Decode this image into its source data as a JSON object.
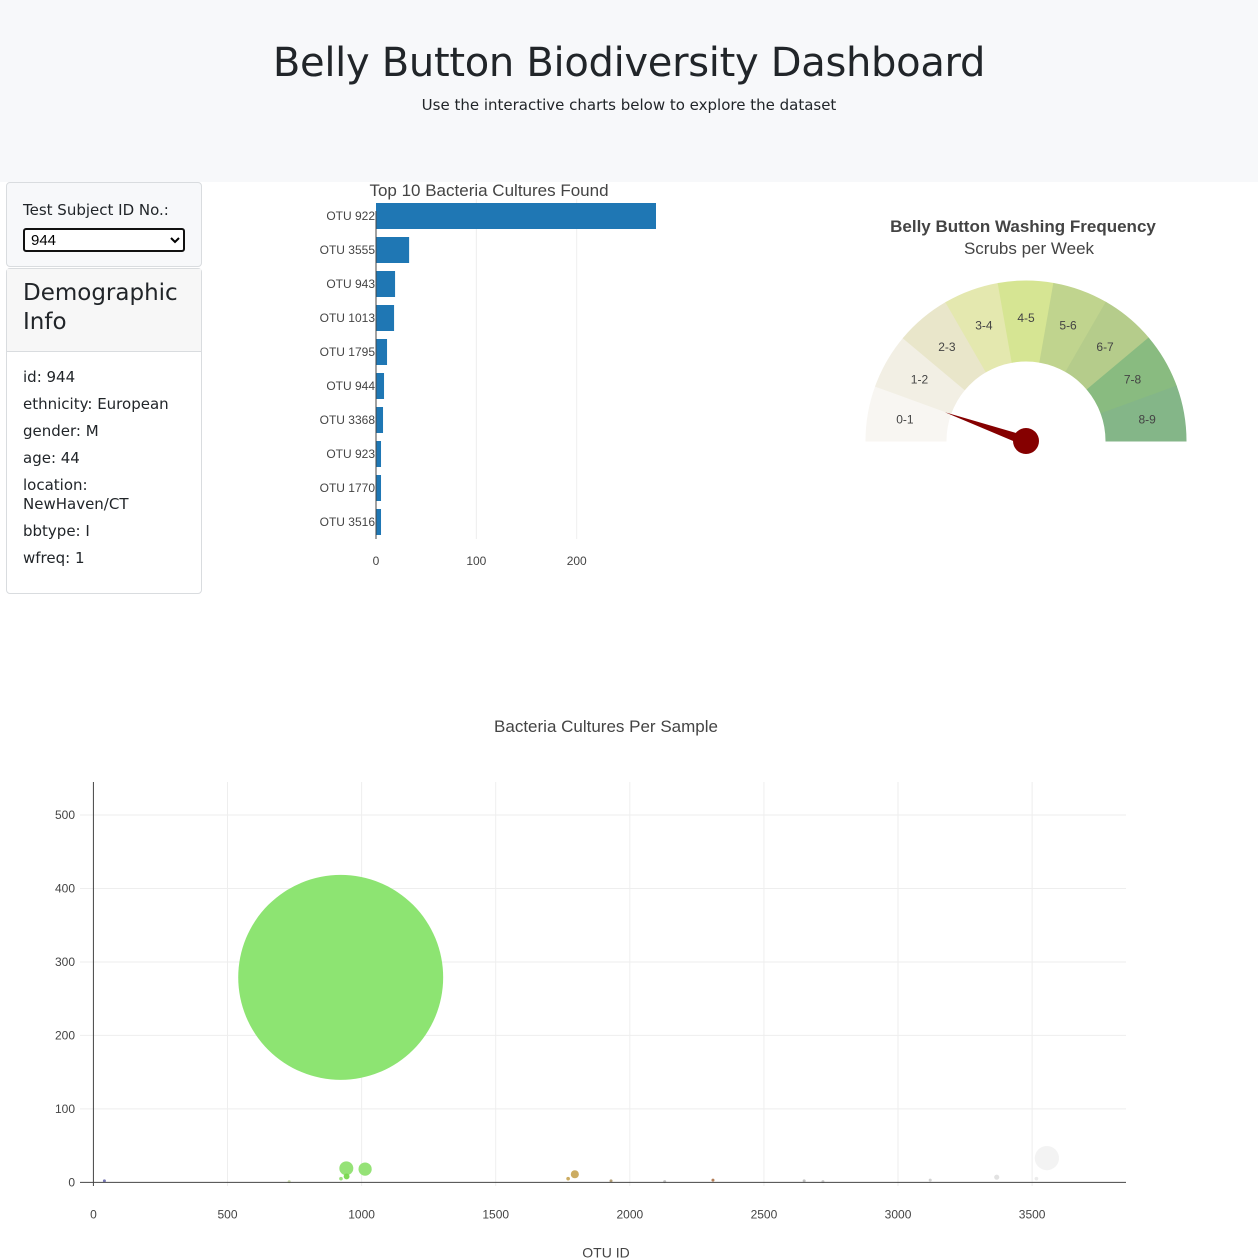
{
  "header": {
    "title": "Belly Button Biodiversity Dashboard",
    "subtitle": "Use the interactive charts below to explore the dataset"
  },
  "selector": {
    "label": "Test Subject ID No.:",
    "selected": "944"
  },
  "demographics": {
    "title": "Demographic Info",
    "rows": [
      "id: 944",
      "ethnicity: European",
      "gender: M",
      "age: 44",
      "location: NewHaven/CT",
      "bbtype: I",
      "wfreq: 1"
    ]
  },
  "colors": {
    "bar": "#1f77b4",
    "needle": "#850000"
  },
  "chart_data": [
    {
      "type": "bar",
      "orientation": "horizontal",
      "title": "Top 10 Bacteria Cultures Found",
      "categories": [
        "OTU 922",
        "OTU 3555",
        "OTU 943",
        "OTU 1013",
        "OTU 1795",
        "OTU 944",
        "OTU 3368",
        "OTU 923",
        "OTU 1770",
        "OTU 3516"
      ],
      "values": [
        279,
        33,
        19,
        18,
        11,
        8,
        7,
        5,
        5,
        5
      ],
      "xticks": [
        0,
        100,
        200
      ],
      "xlim": [
        0,
        280
      ]
    },
    {
      "type": "gauge",
      "title": "Belly Button Washing Frequency",
      "subtitle": "Scrubs per Week",
      "segments": [
        "0-1",
        "1-2",
        "2-3",
        "3-4",
        "4-5",
        "5-6",
        "6-7",
        "7-8",
        "8-9"
      ],
      "segment_colors": [
        "#f8f6f2",
        "#f2efe4",
        "#e9e6ca",
        "#e4e8af",
        "#d6e593",
        "#c0d48e",
        "#b5cc8b",
        "#89bb80",
        "#84b688"
      ],
      "value": 1,
      "max": 9
    },
    {
      "type": "scatter",
      "title": "Bacteria Cultures Per Sample",
      "xlabel": "OTU ID",
      "ylabel": "",
      "xlim": [
        -50,
        3850
      ],
      "ylim": [
        -5,
        545
      ],
      "xticks": [
        0,
        500,
        1000,
        1500,
        2000,
        2500,
        3000,
        3500
      ],
      "yticks": [
        0,
        100,
        200,
        300,
        400,
        500
      ],
      "grid": true,
      "points": [
        {
          "x": 41,
          "y": 2,
          "color": "#6f6fb0"
        },
        {
          "x": 730,
          "y": 1,
          "color": "#c8d8a8"
        },
        {
          "x": 922,
          "y": 279,
          "color": "#87e36a"
        },
        {
          "x": 923,
          "y": 5,
          "color": "#9ae07a"
        },
        {
          "x": 943,
          "y": 19,
          "color": "#8fe070"
        },
        {
          "x": 944,
          "y": 8,
          "color": "#78d84e"
        },
        {
          "x": 1013,
          "y": 18,
          "color": "#8fe070"
        },
        {
          "x": 1770,
          "y": 5,
          "color": "#c9a85a"
        },
        {
          "x": 1795,
          "y": 11,
          "color": "#c9a85a"
        },
        {
          "x": 1930,
          "y": 2,
          "color": "#b09a70"
        },
        {
          "x": 2130,
          "y": 1,
          "color": "#c0c0c0"
        },
        {
          "x": 2310,
          "y": 3,
          "color": "#b07850"
        },
        {
          "x": 2650,
          "y": 2,
          "color": "#c0c0c0"
        },
        {
          "x": 2720,
          "y": 1,
          "color": "#c8c8c8"
        },
        {
          "x": 3120,
          "y": 3,
          "color": "#d0d0d0"
        },
        {
          "x": 3368,
          "y": 7,
          "color": "#e0e0e0"
        },
        {
          "x": 3516,
          "y": 5,
          "color": "#eaeaea"
        },
        {
          "x": 3555,
          "y": 33,
          "color": "#f2f2f2"
        }
      ]
    }
  ]
}
